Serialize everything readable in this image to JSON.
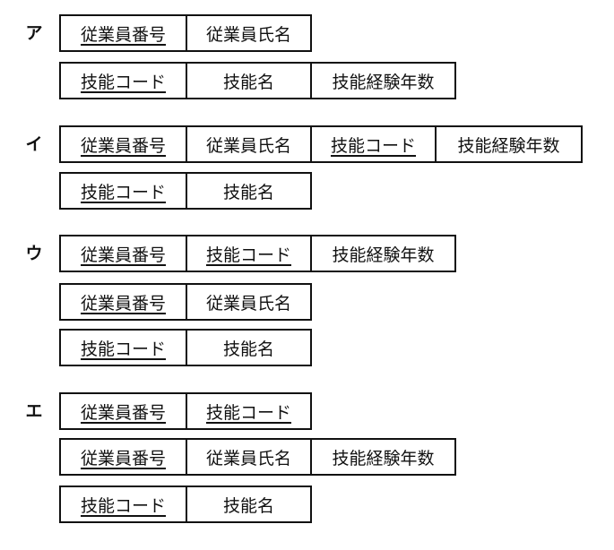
{
  "options": [
    {
      "label": "ア",
      "relations": [
        [
          {
            "text": "従業員番号",
            "pk": true
          },
          {
            "text": "従業員氏名",
            "pk": false
          }
        ],
        [
          {
            "text": "技能コード",
            "pk": true
          },
          {
            "text": "技能名",
            "pk": false
          },
          {
            "text": "技能経験年数",
            "pk": false
          }
        ]
      ]
    },
    {
      "label": "イ",
      "relations": [
        [
          {
            "text": "従業員番号",
            "pk": true
          },
          {
            "text": "従業員氏名",
            "pk": false
          },
          {
            "text": "技能コード",
            "pk": true
          },
          {
            "text": "技能経験年数",
            "pk": false
          }
        ],
        [
          {
            "text": "技能コード",
            "pk": true
          },
          {
            "text": "技能名",
            "pk": false
          }
        ]
      ]
    },
    {
      "label": "ウ",
      "relations": [
        [
          {
            "text": "従業員番号",
            "pk": true
          },
          {
            "text": "技能コード",
            "pk": true
          },
          {
            "text": "技能経験年数",
            "pk": false
          }
        ],
        [
          {
            "text": "従業員番号",
            "pk": true
          },
          {
            "text": "従業員氏名",
            "pk": false
          }
        ],
        [
          {
            "text": "技能コード",
            "pk": true
          },
          {
            "text": "技能名",
            "pk": false
          }
        ]
      ]
    },
    {
      "label": "エ",
      "relations": [
        [
          {
            "text": "従業員番号",
            "pk": true
          },
          {
            "text": "技能コード",
            "pk": true
          }
        ],
        [
          {
            "text": "従業員番号",
            "pk": true
          },
          {
            "text": "従業員氏名",
            "pk": false
          },
          {
            "text": "技能経験年数",
            "pk": false
          }
        ],
        [
          {
            "text": "技能コード",
            "pk": true
          },
          {
            "text": "技能名",
            "pk": false
          }
        ]
      ]
    }
  ]
}
